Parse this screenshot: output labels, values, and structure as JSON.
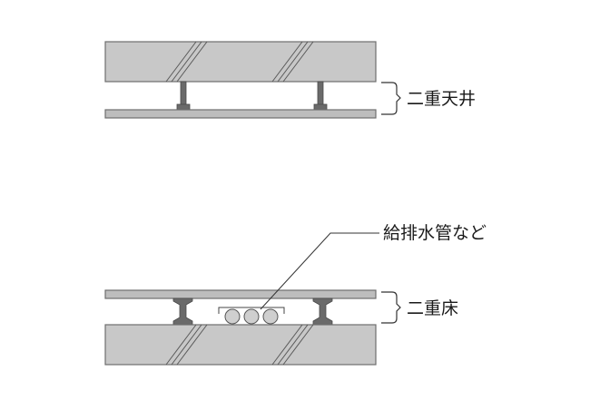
{
  "labels": {
    "double_ceiling": "二重天井",
    "piping": "給排水管など",
    "double_floor": "二重床"
  },
  "colors": {
    "slab_fill": "#c8c8c8",
    "outline": "#6e6e6e",
    "support": "#6a6a6a",
    "text": "#1a1a1a"
  }
}
